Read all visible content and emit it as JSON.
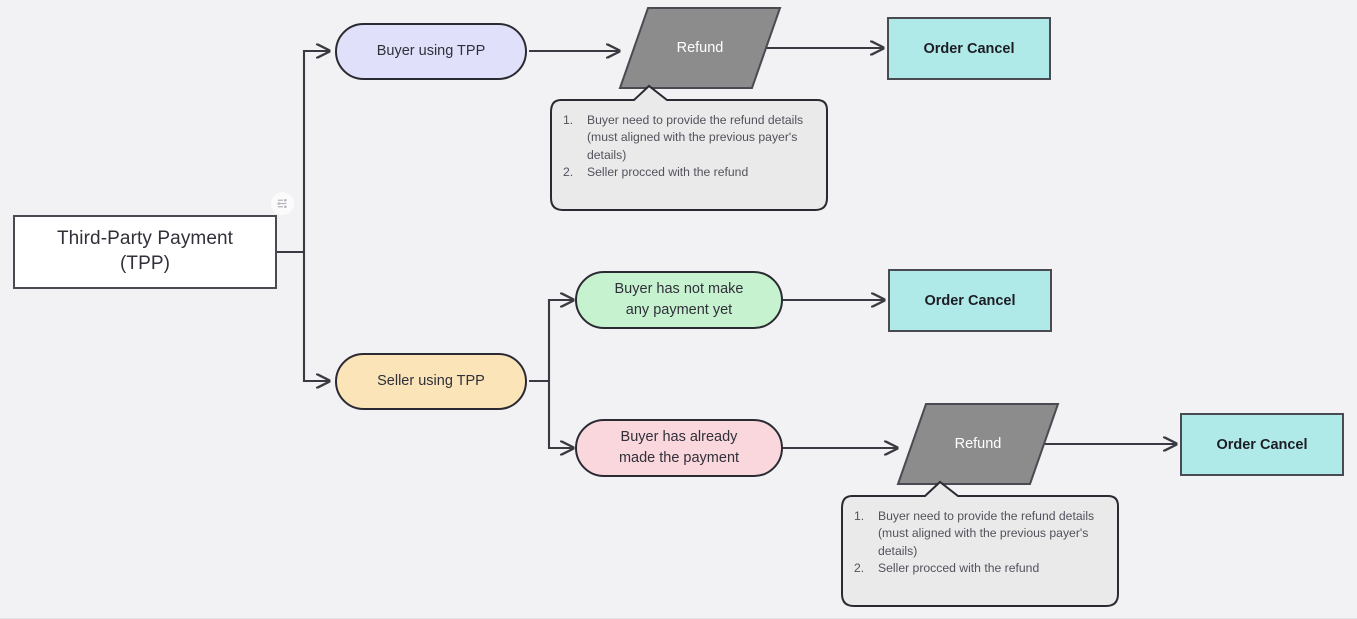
{
  "diagram": {
    "background": "#f2f2f4",
    "title_node": {
      "label": "Third-Party Payment\n(TPP)",
      "line1": "Third-Party Payment",
      "line2": "(TPP)",
      "fill": "#ffffff",
      "stroke": "#4a4a52"
    },
    "badge": {
      "icon": "branch-flow-icon"
    },
    "nodes": [
      {
        "id": "buyer-using-tpp",
        "label": "Buyer using TPP",
        "shape": "stadium",
        "fill": "#e1e0fa"
      },
      {
        "id": "seller-using-tpp",
        "label": "Seller using TPP",
        "shape": "stadium",
        "fill": "#fae4b8"
      },
      {
        "id": "buyer-no-payment",
        "line1": "Buyer has not make",
        "line2": "any payment yet",
        "label": "Buyer has not make any payment yet",
        "shape": "stadium",
        "fill": "#c7f2cf"
      },
      {
        "id": "buyer-already-paid",
        "line1": "Buyer has already",
        "line2": "made the payment",
        "label": "Buyer has already made the payment",
        "shape": "stadium",
        "fill": "#fad7dd"
      },
      {
        "id": "refund-top",
        "label": "Refund",
        "shape": "parallelogram",
        "fill": "#8c8c8c",
        "text_color": "#ffffff"
      },
      {
        "id": "refund-bottom",
        "label": "Refund",
        "shape": "parallelogram",
        "fill": "#8c8c8c",
        "text_color": "#ffffff"
      },
      {
        "id": "order-cancel-1",
        "label": "Order Cancel",
        "shape": "rect",
        "fill": "#b0eae8"
      },
      {
        "id": "order-cancel-2",
        "label": "Order Cancel",
        "shape": "rect",
        "fill": "#b0eae8"
      },
      {
        "id": "order-cancel-3",
        "label": "Order Cancel",
        "shape": "rect",
        "fill": "#b0eae8"
      }
    ],
    "notes": [
      {
        "id": "refund-note-top",
        "items": [
          {
            "num": "1.",
            "text": "Buyer need to provide the refund details (must aligned with the previous payer's details)"
          },
          {
            "num": "2.",
            "text": "Seller procced with the refund"
          }
        ],
        "fill": "#eaeaea",
        "stroke": "#2a2a32"
      },
      {
        "id": "refund-note-bottom",
        "items": [
          {
            "num": "1.",
            "text": "Buyer need to provide the refund details (must aligned with the previous payer's details)"
          },
          {
            "num": "2.",
            "text": "Seller procced with the refund"
          }
        ],
        "fill": "#eaeaea",
        "stroke": "#2a2a32"
      }
    ],
    "edge_color": "#3a3a42"
  }
}
